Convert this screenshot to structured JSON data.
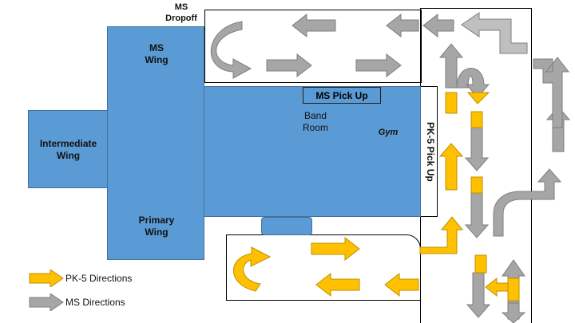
{
  "labels": {
    "ms_dropoff": "MS\nDropoff",
    "ms_wing": "MS\nWing",
    "intermediate_wing": "Intermediate\nWing",
    "primary_wing": "Primary\nWing",
    "band_room": "Band\nRoom",
    "gym": "Gym",
    "ms_pickup": "MS Pick Up",
    "pk5_pickup": "PK-5 Pick Up"
  },
  "legend": [
    {
      "label": "PK-5 Directions",
      "color": "#ffc000"
    },
    {
      "label": "MS Directions",
      "color": "#a6a6a6"
    }
  ],
  "colors": {
    "building": "#5b9bd5",
    "pk5_arrow": "#ffc000",
    "ms_arrow": "#a6a6a6"
  }
}
